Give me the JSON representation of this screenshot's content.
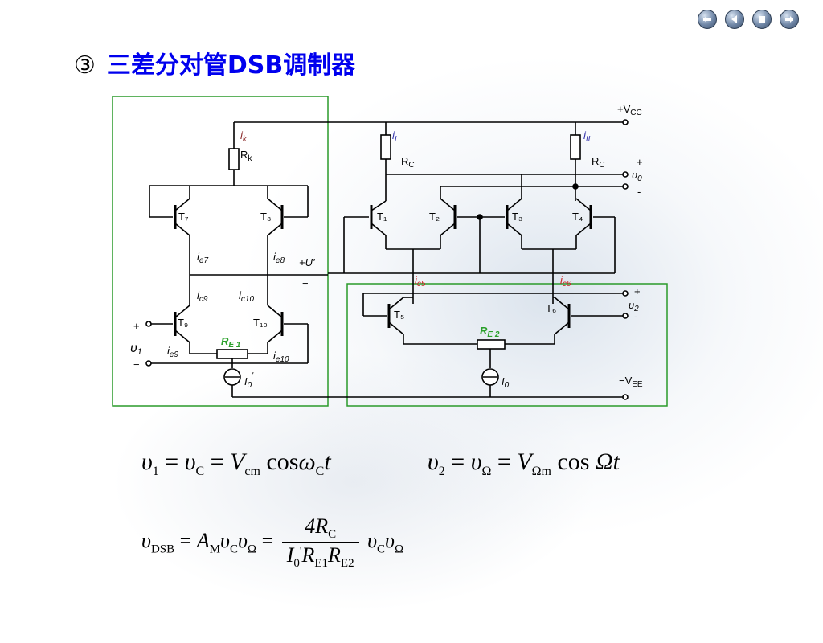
{
  "title": {
    "number": "③",
    "text": "三差分对管DSB调制器"
  },
  "nav": [
    "first-icon",
    "prev-icon",
    "next-icon",
    "last-icon"
  ],
  "colors": {
    "title": "#0000ee",
    "box": "#2a9a2a",
    "emitter_resistor_label": "#2aa02a",
    "current_label": "#cc2222"
  },
  "circuit": {
    "supply_pos": "+V",
    "supply_pos_sub": "CC",
    "supply_neg": "−V",
    "supply_neg_sub": "EE",
    "transistors": [
      "T₇",
      "T₈",
      "T₉",
      "T₁₀",
      "T₁",
      "T₂",
      "T₃",
      "T₄",
      "T₅",
      "T₆"
    ],
    "i_k": "i",
    "i_k_sub": "k",
    "r_k": "R",
    "r_k_sub": "k",
    "i_I": "i",
    "i_I_sub": "I",
    "i_II": "i",
    "i_II_sub": "II",
    "r_c_left": "R",
    "r_c_left_sub": "C",
    "r_c_right": "R",
    "r_c_right_sub": "C",
    "v0": "υ",
    "v0_sub": "0",
    "v0_plus": "+",
    "v0_minus": "-",
    "v_prime": "+U'",
    "v_prime_minus": "−",
    "i_e7": "i",
    "i_e7_sub": "e7",
    "i_e8": "i",
    "i_e8_sub": "e8",
    "i_c9": "i",
    "i_c9_sub": "c9",
    "i_c10": "i",
    "i_c10_sub": "c10",
    "i_e9": "i",
    "i_e9_sub": "e9",
    "i_e10": "i",
    "i_e10_sub": "e10",
    "i_c5": "i",
    "i_c5_sub": "c5",
    "i_c6": "i",
    "i_c6_sub": "c6",
    "re1": "R",
    "re1_sub": "E 1",
    "re2": "R",
    "re2_sub": "E 2",
    "v1": "υ",
    "v1_sub": "1",
    "v1_plus": "+",
    "v1_minus": "−",
    "v2": "υ",
    "v2_sub": "2",
    "v2_plus": "+",
    "v2_minus": "-",
    "i0_prime": "I",
    "i0_prime_sub": "0",
    "i0_prime_mark": "'",
    "i0": "I",
    "i0_sub": "0"
  },
  "formulas": {
    "line1_left": {
      "v1": "υ",
      "v1_sub": "1",
      "eq": "=",
      "vc": "υ",
      "vc_sub": "C",
      "eq2": "=",
      "V": "V",
      "V_sub": "cm",
      "cos": "cos",
      "omega": "ω",
      "omega_sub": "C",
      "t": "t"
    },
    "line1_right": {
      "v2": "υ",
      "v2_sub": "2",
      "eq": "=",
      "vo": "υ",
      "vo_sub": "Ω",
      "eq2": "=",
      "V": "V",
      "V_sub": "Ωm",
      "cos": "cos",
      "Omega": "Ωt"
    },
    "line2": {
      "v": "υ",
      "v_sub": "DSB",
      "eq": "=",
      "A": "A",
      "A_sub": "M",
      "vc": "υ",
      "vc_sub": "C",
      "vo": "υ",
      "vo_sub": "Ω",
      "eq2": "=",
      "num": "4R",
      "num_sub": "C",
      "den_I": "I",
      "den_I_sub": "0",
      "den_prime": "'",
      "den_R1": "R",
      "den_R1_sub": "E1",
      "den_R2": "R",
      "den_R2_sub": "E2",
      "vc2": "υ",
      "vc2_sub": "C",
      "vo2": "υ",
      "vo2_sub": "Ω"
    }
  }
}
